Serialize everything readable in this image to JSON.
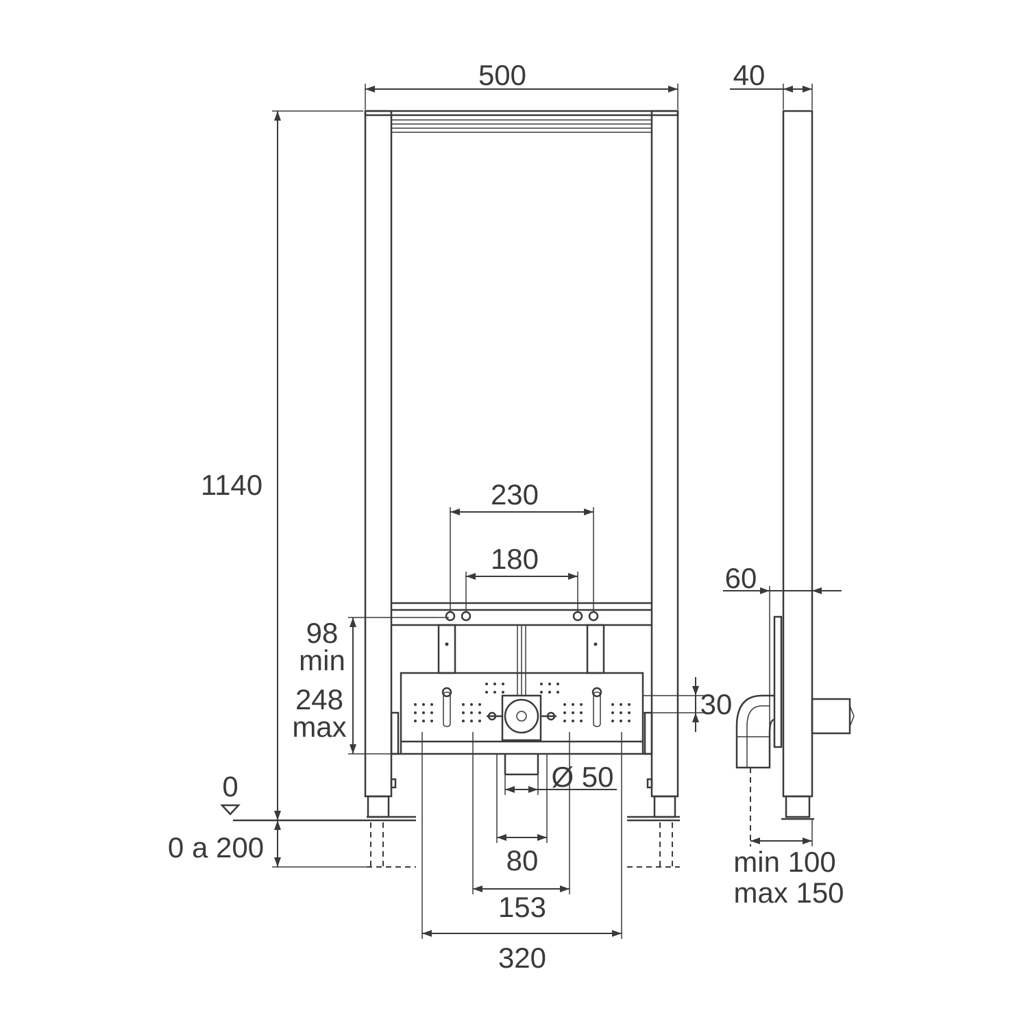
{
  "labels": {
    "width_500": "500",
    "depth_40": "40",
    "height_1140": "1140",
    "spacing_230": "230",
    "spacing_180": "180",
    "offset_60": "60",
    "range_98": "98",
    "range_min": "min",
    "range_248": "248",
    "range_max": "max",
    "dim_30": "30",
    "diameter_50": "Ø 50",
    "floor_zero": "0",
    "floor_range": "0 a 200",
    "dim_80": "80",
    "dim_153": "153",
    "dim_320": "320",
    "side_min": "min 100",
    "side_max": "max 150"
  },
  "colors": {
    "line": "#3a3a3a",
    "background": "#ffffff"
  }
}
